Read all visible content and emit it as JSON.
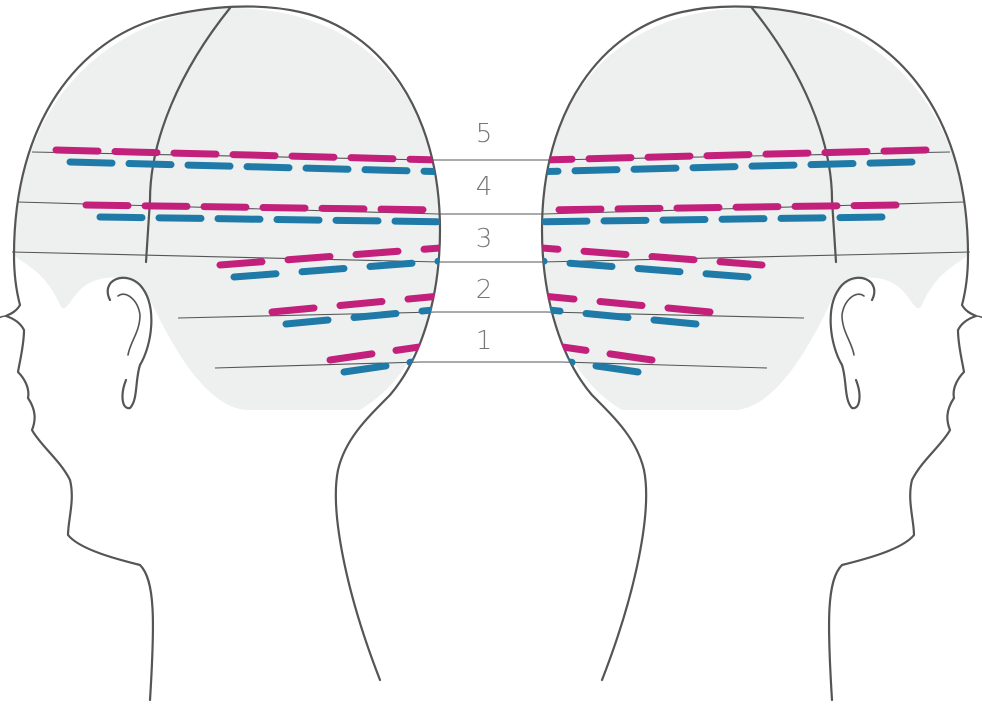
{
  "row_labels": [
    "5",
    "4",
    "3",
    "2",
    "1"
  ],
  "colors": {
    "magenta": "#c2207a",
    "blue": "#1f7aa8",
    "head_fill": "#eef0f0",
    "outline": "#555555",
    "label": "#777777"
  }
}
